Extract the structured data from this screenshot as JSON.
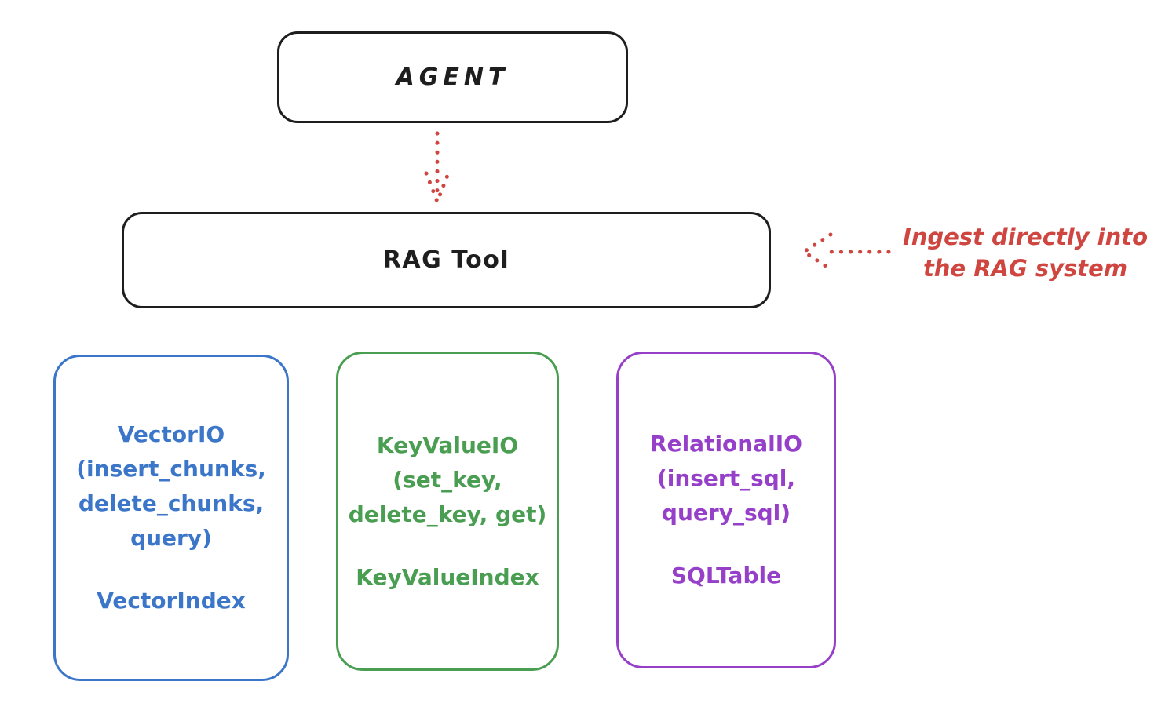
{
  "diagram": {
    "agent": {
      "label": "AGENT"
    },
    "rag_tool": {
      "label": "RAG Tool"
    },
    "annotation": {
      "line1": "Ingest directly into",
      "line2": "the RAG system"
    },
    "storages": {
      "vector": {
        "lines": [
          "VectorIO",
          "(insert_chunks,",
          "delete_chunks,",
          "query)"
        ],
        "index": "VectorIndex",
        "color": "#3b76c9"
      },
      "keyvalue": {
        "lines": [
          "KeyValueIO",
          "(set_key,",
          "delete_key, get)"
        ],
        "index": "KeyValueIndex",
        "color": "#4a9e52"
      },
      "relational": {
        "lines": [
          "RelationalIO",
          "(insert_sql,",
          "query_sql)"
        ],
        "index": "SQLTable",
        "color": "#9640c9"
      }
    },
    "colors": {
      "outline": "#1e1e1e",
      "arrow_red": "#cf4640",
      "background": "#ffffff"
    }
  }
}
